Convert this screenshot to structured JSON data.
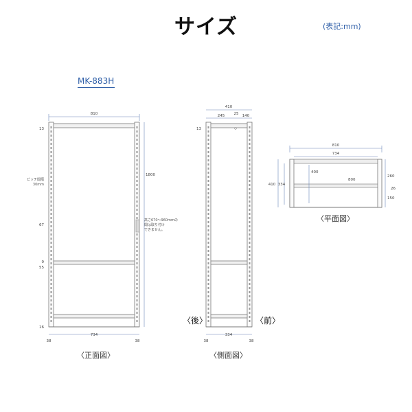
{
  "title": "サイズ",
  "unit_note": "(表記:mm)",
  "model": "MK-883H",
  "front": {
    "caption": "〈正面図〉",
    "width_total": "810",
    "height_total": "1800",
    "top_gap": "13",
    "pitch_label_1": "ピッチ間隔",
    "pitch_label_2": "30mm",
    "mid_gap": "67",
    "shelf_gap_a": "9",
    "shelf_gap_b": "55",
    "bottom_gap": "16",
    "post_left": "38",
    "inner_width": "734",
    "post_right": "38",
    "note_1": "高さ670〜960mmの",
    "note_2": "間は取り付け",
    "note_3": "できません。"
  },
  "side": {
    "caption": "〈側面図〉",
    "depth_total": "410",
    "part_a": "245",
    "part_b": "25",
    "part_c": "140",
    "top_gap": "13",
    "post_left": "38",
    "inner_depth": "334",
    "post_right": "38",
    "back_label": "〈後〉",
    "front_label": "〈前〉"
  },
  "plan": {
    "caption": "〈平面図〉",
    "width_total": "810",
    "inner_width": "734",
    "depth_total": "410",
    "inner_depth": "334",
    "inner_a": "400",
    "inner_b": "800",
    "right_a": "260",
    "right_b": "26",
    "right_c": "150"
  }
}
